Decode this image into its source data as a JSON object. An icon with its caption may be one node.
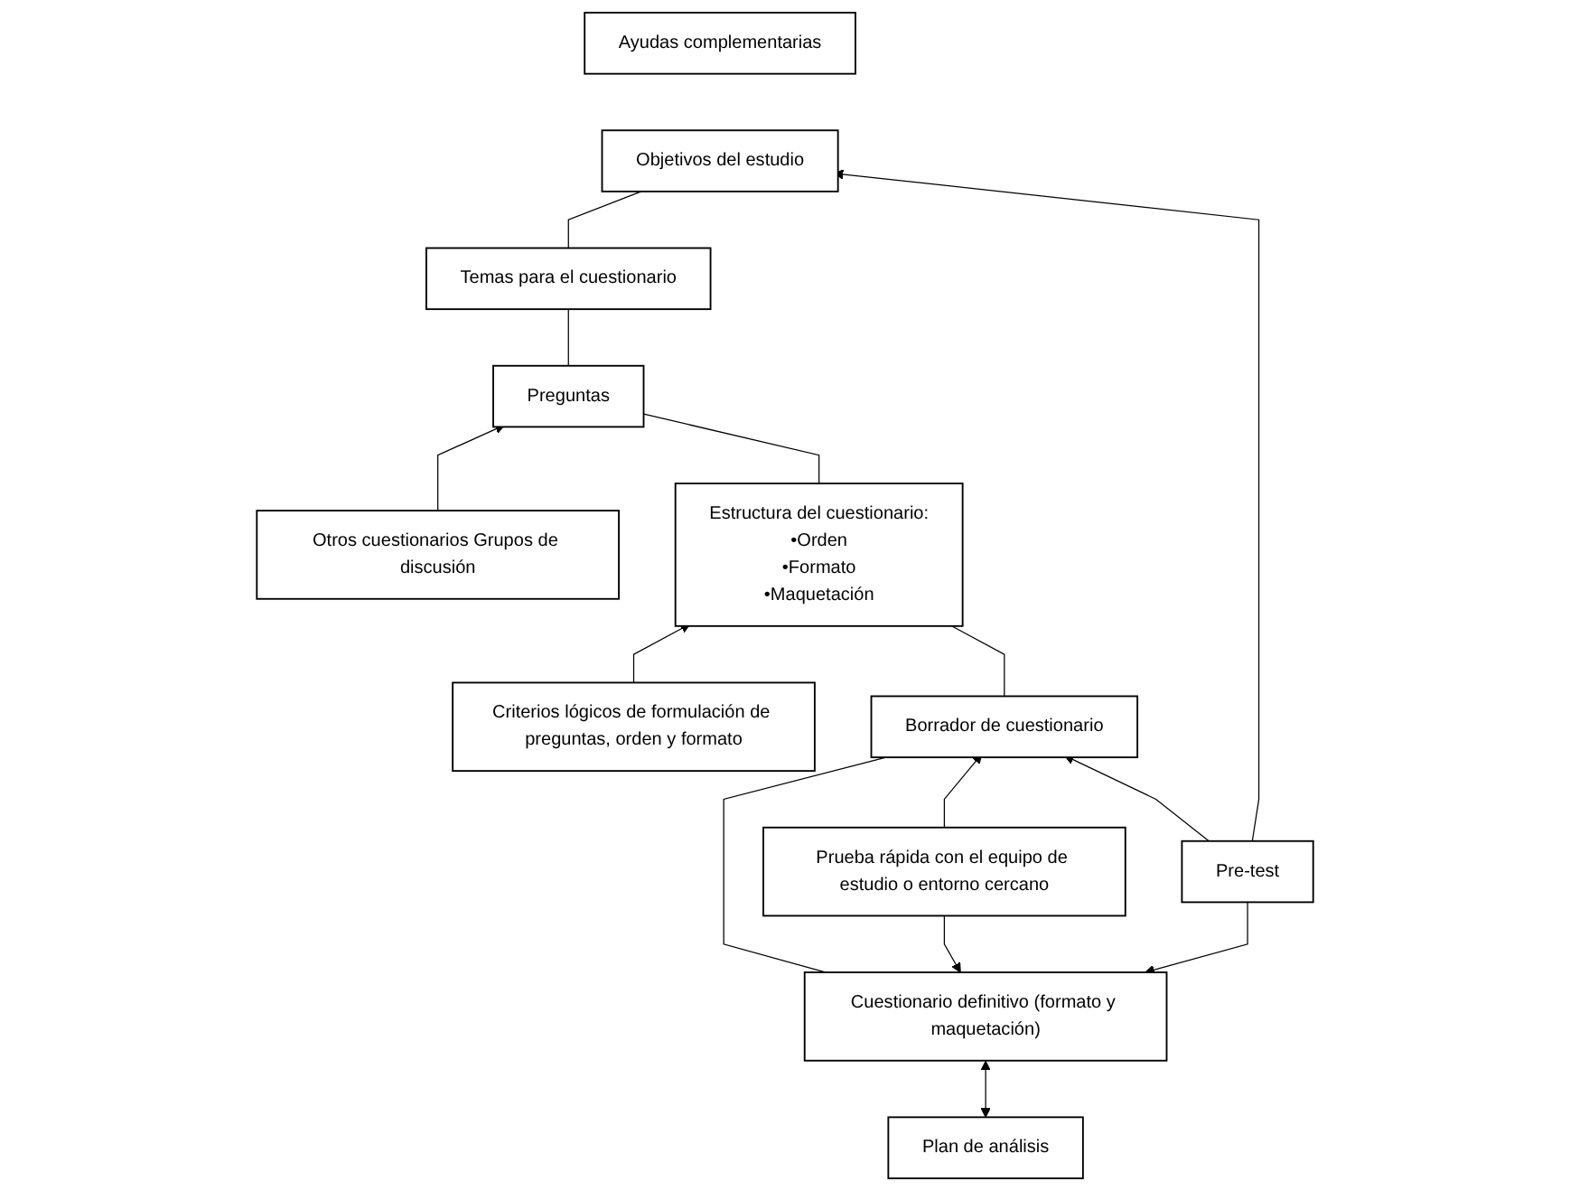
{
  "diagram": {
    "nodes": [
      {
        "text": [
          "Objetivos del estudio"
        ]
      },
      {
        "text": [
          "Ayudas complementarias"
        ]
      },
      {
        "text": [
          "Temas para el cuestionario"
        ]
      },
      {
        "text": [
          "Preguntas"
        ]
      },
      {
        "text": [
          "Otros cuestionarios Grupos de discusión"
        ]
      },
      {
        "text": [
          "Estructura del cuestionario:",
          "•Orden",
          "•Formato",
          "•Maquetación"
        ]
      },
      {
        "text": [
          "Criterios lógicos de formulación de preguntas, orden y formato"
        ]
      },
      {
        "text": [
          "Pre-test"
        ]
      },
      {
        "text": [
          "Borrador de cuestionario"
        ]
      },
      {
        "text": [
          "Prueba rápida con el equipo de estudio o entorno cercano"
        ]
      },
      {
        "text": [
          "Cuestionario definitivo (formato y maquetación)"
        ]
      },
      {
        "text": [
          "Plan de análisis"
        ]
      }
    ],
    "edges": [
      {
        "from": 0,
        "to": 2,
        "arrow": "none"
      },
      {
        "from": 2,
        "to": 3,
        "arrow": "none"
      },
      {
        "from": 4,
        "to": 3,
        "arrow": "to"
      },
      {
        "from": 3,
        "to": 5,
        "arrow": "none"
      },
      {
        "from": 6,
        "to": 5,
        "arrow": "to"
      },
      {
        "from": 5,
        "to": 8,
        "arrow": "none"
      },
      {
        "from": 7,
        "to": 0,
        "arrow": "to"
      },
      {
        "from": 7,
        "to": 8,
        "arrow": "to"
      },
      {
        "from": 9,
        "to": 8,
        "arrow": "to"
      },
      {
        "from": 7,
        "to": 10,
        "arrow": "to"
      },
      {
        "from": 9,
        "to": 10,
        "arrow": "to"
      },
      {
        "from": 8,
        "to": 10,
        "arrow": "none"
      },
      {
        "from": 10,
        "to": 11,
        "arrow": "both"
      }
    ]
  }
}
